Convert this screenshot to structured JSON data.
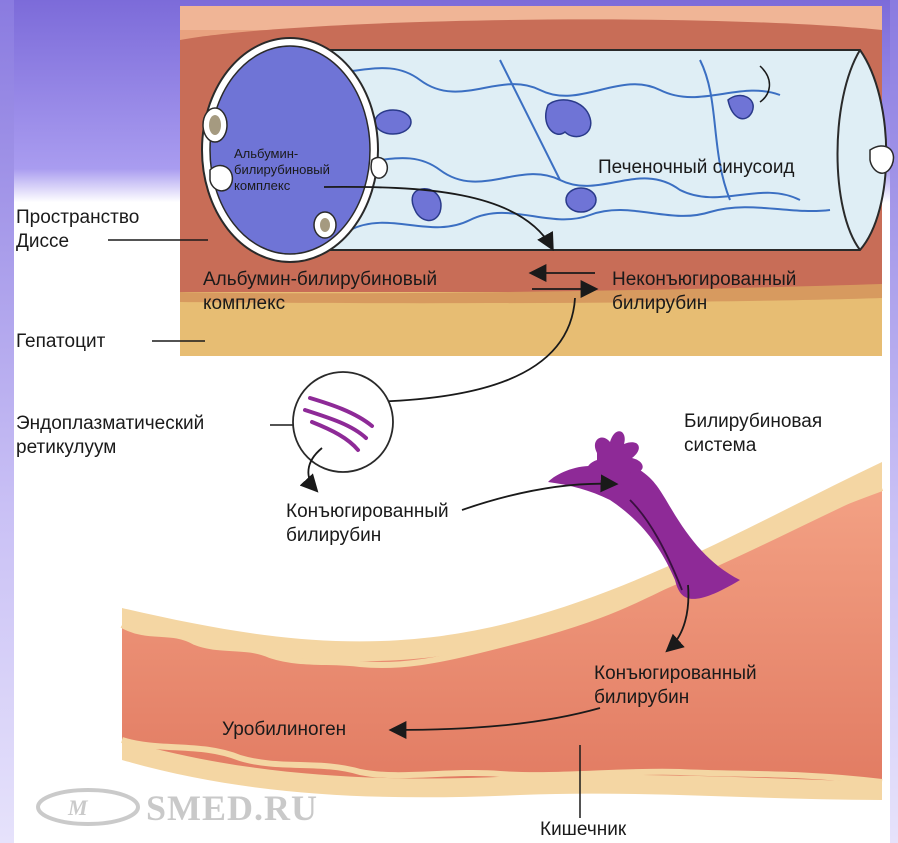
{
  "labels": {
    "albumin_complex_inner_1": "Альбумин-",
    "albumin_complex_inner_2": "билирубиновый",
    "albumin_complex_inner_3": "комплекс",
    "sinusoid": "Печеночный синусоид",
    "disse_1": "Пространство",
    "disse_2": "Диссе",
    "albumin_complex_1": "Альбумин-билирубиновый",
    "albumin_complex_2": "комплекс",
    "unconj_1": "Неконъюгированный",
    "unconj_2": "билирубин",
    "hepatocyte": "Гепатоцит",
    "er_1": "Эндоплазматический",
    "er_2": "ретикулуум",
    "bile_system_1": "Билирубиновая",
    "bile_system_2": "система",
    "conj_1_a": "Конъюгированный",
    "conj_1_b": "билирубин",
    "conj_2_a": "Конъюгированный",
    "conj_2_b": "билирубин",
    "urobilinogen": "Уробилиноген",
    "intestine": "Кишечник"
  },
  "watermark": {
    "text": "SMED.RU"
  },
  "colors": {
    "background_gradient_top": "#7c6bd9",
    "tissue_orange": "#e9a27f",
    "tissue_dark": "#c86d57",
    "hepatocyte_tan": "#e7bd73",
    "sinusoid_fill": "#dfeef5",
    "cell_blue": "#6f74d6",
    "bile_purple": "#8e2a97",
    "intestine_pink": "#eb8f74",
    "intestine_border": "#f4d6a3"
  }
}
